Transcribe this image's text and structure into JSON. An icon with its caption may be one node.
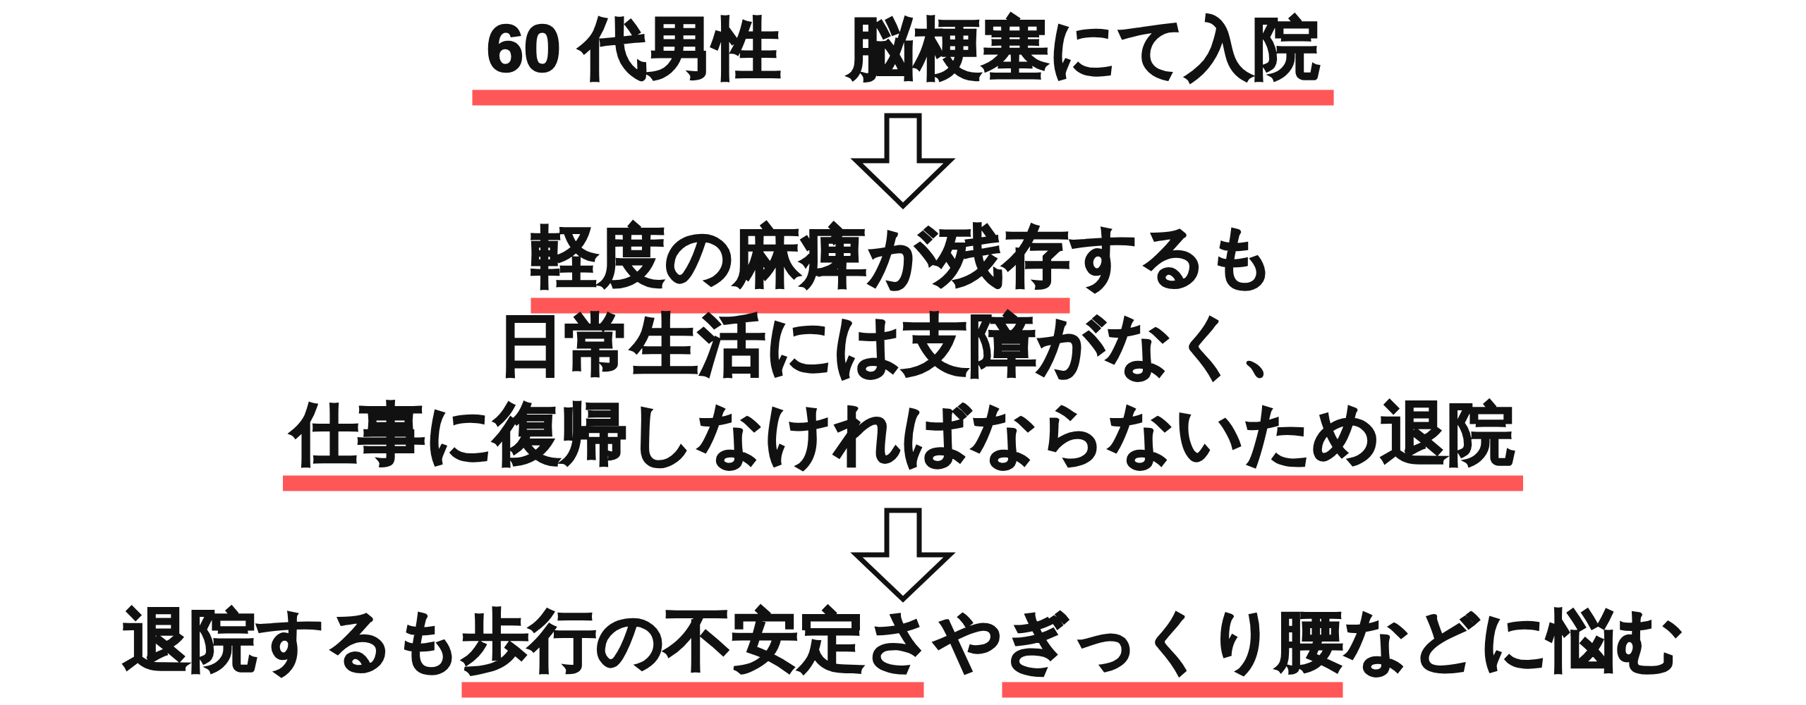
{
  "diagram": {
    "nodes": [
      {
        "text": [
          "60 代男性　脳梗塞にて入院"
        ]
      },
      {
        "text": [
          "軽度の麻痺が残存するも日常生活には支障がなく、仕事に復帰しなければならないため退院"
        ]
      },
      {
        "text": [
          "退院するも歩行の不安定さやぎっくり腰などに悩む"
        ]
      }
    ],
    "edges": [
      {
        "from": 0,
        "to": 1,
        "arrow": "to"
      },
      {
        "from": 1,
        "to": 2,
        "arrow": "to"
      }
    ]
  }
}
